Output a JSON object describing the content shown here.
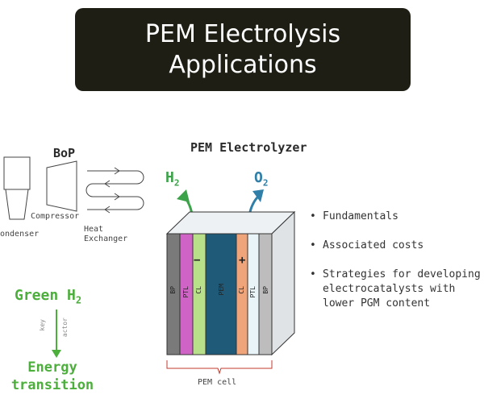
{
  "title": {
    "line1": "PEM Electrolysis",
    "line2": "Applications"
  },
  "bop": {
    "title": "BoP",
    "condenser": "ondenser",
    "compressor": "Compressor",
    "heat_exchanger_1": "Heat",
    "heat_exchanger_2": "Exchanger"
  },
  "green": {
    "label": "Green H",
    "sub": "2",
    "key_actor_1": "key",
    "key_actor_2": "actor",
    "energy_1": "Energy",
    "energy_2": "transition"
  },
  "electrolyzer": {
    "title": "PEM Electrolyzer",
    "h2": "H",
    "h2_sub": "2",
    "o2": "O",
    "o2_sub": "2",
    "layers": [
      "BP",
      "PTL",
      "CL",
      "PEM",
      "CL",
      "PTL",
      "BP"
    ],
    "minus": "−",
    "plus": "+",
    "cell_label": "PEM cell"
  },
  "bullets": [
    "Fundamentals",
    "Associated costs",
    "Strategies for developing electrocatalysts with lower PGM content"
  ],
  "colors": {
    "title_bg": "#1e1e14",
    "green": "#4caf3c",
    "bp": "#7a7a7a",
    "ptl_left": "#d063c6",
    "cl_left": "#b8e08a",
    "pem": "#1f5a78",
    "cl_right": "#f0a47a",
    "ptl_right": "#e8f4f8",
    "bp_right": "#bdbdbd",
    "o2_arrow": "#2f7fa8"
  }
}
